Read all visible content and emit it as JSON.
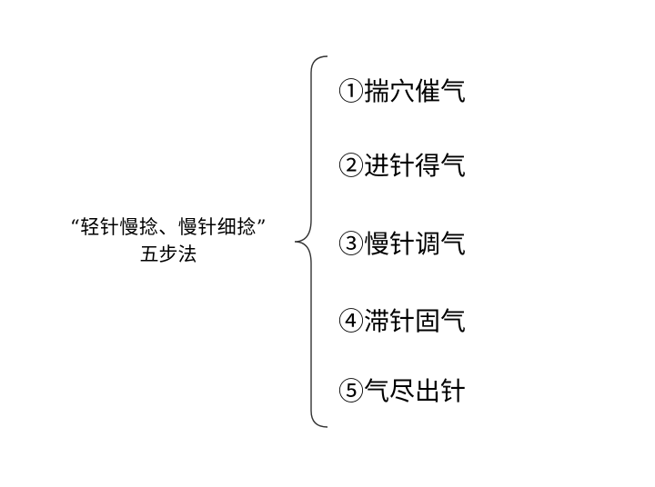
{
  "title": {
    "line1": "“轻针慢捻、慢针细捻”",
    "line2": "五步法"
  },
  "steps": [
    {
      "label": "①揣穴催气"
    },
    {
      "label": "②进针得气"
    },
    {
      "label": "③慢针调气"
    },
    {
      "label": "④滞针固气"
    },
    {
      "label": "⑤气尽出针"
    }
  ],
  "colors": {
    "background": "#ffffff",
    "text": "#000000",
    "brace": "#333333"
  }
}
